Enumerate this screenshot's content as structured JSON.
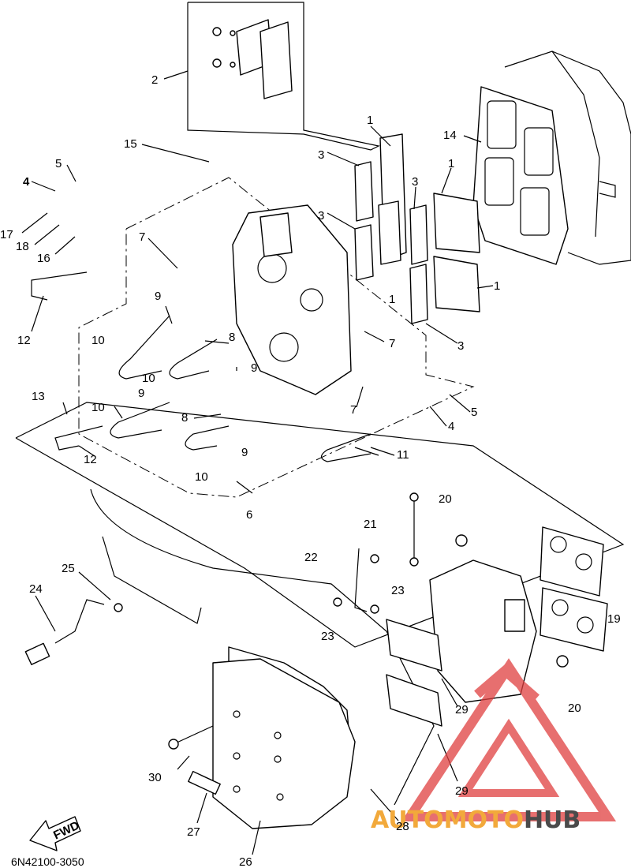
{
  "diagram": {
    "part_code": "6N42100-3050",
    "fwd_label": "FWD",
    "watermark": {
      "prefix": "AUTOMOTO",
      "suffix": "HUB",
      "prefix_color": "#f2a93b",
      "suffix_color": "#4a4a4a",
      "logo_color": "#e04040"
    },
    "callouts": {
      "c1a": "1",
      "c1b": "1",
      "c1c": "1",
      "c1d": "1",
      "c2": "2",
      "c3a": "3",
      "c3b": "3",
      "c3c": "3",
      "c3d": "3",
      "c4a": "4",
      "c4b": "4",
      "c5a": "5",
      "c5b": "5",
      "c6": "6",
      "c7a": "7",
      "c7b": "7",
      "c7c": "7",
      "c8a": "8",
      "c8b": "8",
      "c9a": "9",
      "c9b": "9",
      "c9c": "9",
      "c9d": "9",
      "c10a": "10",
      "c10b": "10",
      "c10c": "10",
      "c10d": "10",
      "c11": "11",
      "c12a": "12",
      "c12b": "12",
      "c13": "13",
      "c14": "14",
      "c15": "15",
      "c16": "16",
      "c17": "17",
      "c18": "18",
      "c19": "19",
      "c20a": "20",
      "c20b": "20",
      "c21": "21",
      "c22": "22",
      "c23a": "23",
      "c23b": "23",
      "c24": "24",
      "c25": "25",
      "c26": "26",
      "c27": "27",
      "c28": "28",
      "c29a": "29",
      "c29b": "29",
      "c30": "30"
    }
  }
}
